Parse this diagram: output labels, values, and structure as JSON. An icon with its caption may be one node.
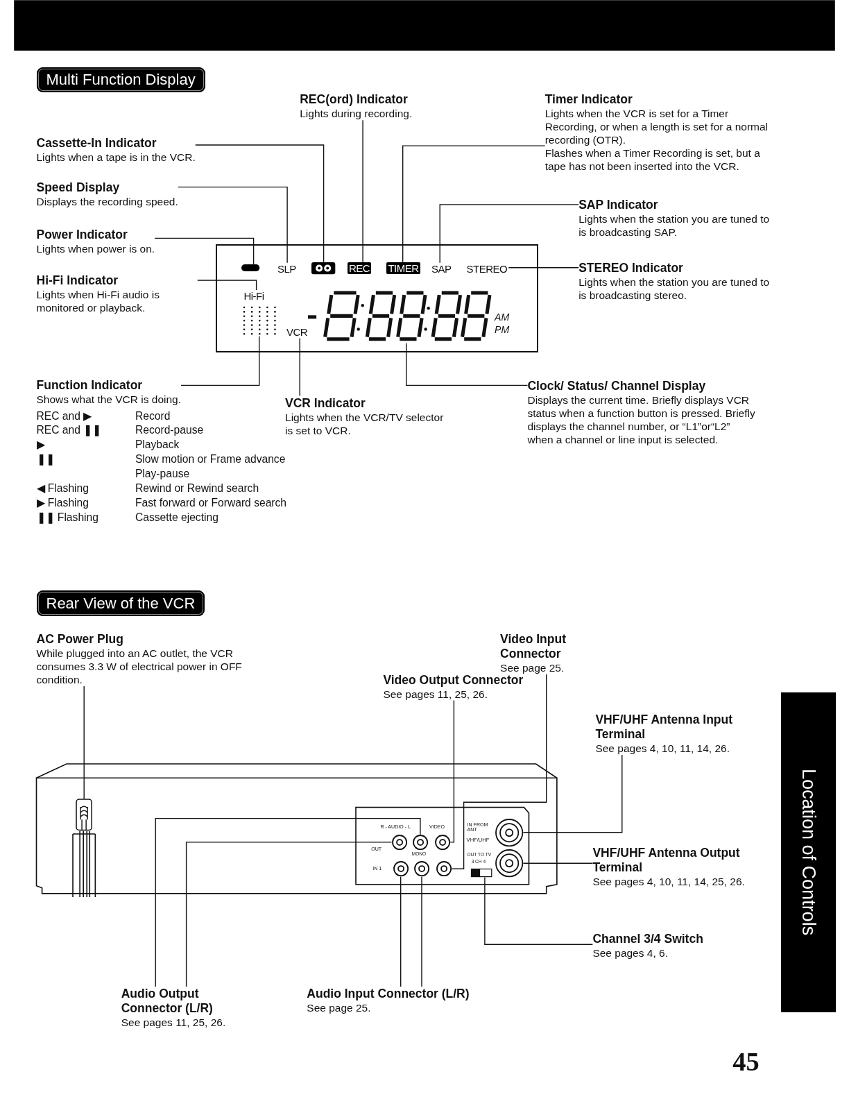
{
  "diagram": {
    "nodes": [
      {
        "text": [
          "Multi Function Display"
        ]
      },
      {
        "text": [
          "REC(ord) Indicator",
          "Lights during recording."
        ]
      },
      {
        "text": [
          "Timer Indicator",
          "Lights when the VCR is set for a Timer Recording, or when a length is set for a normal recording (OTR).",
          "Flashes when a Timer Recording is set, but a tape has not been inserted into the VCR."
        ]
      },
      {
        "text": [
          "Cassette-In Indicator",
          "Lights when a tape is in the VCR."
        ]
      },
      {
        "text": [
          "Speed Display",
          "Displays the recording speed."
        ]
      },
      {
        "text": [
          "SAP Indicator",
          "Lights when the station you are tuned to is broadcasting SAP."
        ]
      },
      {
        "text": [
          "Power Indicator",
          "Lights when power is on."
        ]
      },
      {
        "text": [],
        "shape": "box"
      },
      {
        "text": [],
        "shape": "oval",
        "in": 7
      },
      {
        "text": [
          "SLP"
        ],
        "in": 7
      },
      {
        "text": [],
        "shape": "cassette",
        "in": 7
      },
      {
        "text": [
          "REC"
        ],
        "in": 7
      },
      {
        "text": [
          "TIMER"
        ],
        "in": 7
      },
      {
        "text": [
          "SAP"
        ],
        "in": 7
      },
      {
        "text": [
          "STEREO"
        ],
        "in": 7
      },
      {
        "text": [
          "Hi-Fi"
        ],
        "in": 7
      },
      {
        "text": [],
        "shape": "grid",
        "in": 7
      },
      {
        "text": [
          "VCR"
        ],
        "in": 7
      },
      {
        "text": [],
        "shape": "digits",
        "in": 7,
        "beside": [
          "AM",
          "PM"
        ]
      },
      {
        "text": [
          "STEREO Indicator",
          "Lights when the station you are tuned to is broadcasting stereo."
        ]
      },
      {
        "text": [
          "Hi-Fi Indicator",
          "Lights when Hi-Fi audio is monitored or playback."
        ]
      },
      {
        "text": [
          "Function Indicator",
          "Shows what the VCR is doing."
        ]
      },
      {
        "text": [
          "VCR Indicator",
          "Lights when the VCR/TV selector is set to VCR."
        ]
      },
      {
        "text": [
          "Clock/ Status/ Channel Display",
          "Displays the current time. Briefly displays VCR status when a function button is pressed. Briefly displays the channel number, or “L1”or“L2” when a channel or line input is selected."
        ]
      },
      {
        "text": [
          "Rear View of the VCR"
        ]
      },
      {
        "text": [
          "AC Power Plug",
          "While plugged into an AC outlet, the VCR consumes 3.3 W of electrical power in OFF condition."
        ]
      },
      {
        "text": [
          "Video Input Connector",
          "See page 25."
        ]
      },
      {
        "text": [
          "Video Output Connector",
          "See pages 11, 25, 26."
        ]
      },
      {
        "text": [
          "VHF/UHF Antenna Input Terminal",
          "See pages 4, 10, 11, 14, 26."
        ]
      },
      {
        "text": [],
        "shape": "plug"
      },
      {
        "text": [],
        "shape": "circle"
      },
      {
        "text": [],
        "shape": "circle"
      },
      {
        "text": [],
        "shape": "circle"
      },
      {
        "text": [],
        "shape": "circle"
      },
      {
        "text": [],
        "shape": "circle"
      },
      {
        "text": [],
        "shape": "circle"
      },
      {
        "text": [],
        "shape": "circle"
      },
      {
        "text": [],
        "shape": "circle"
      },
      {
        "text": [],
        "shape": "switch"
      },
      {
        "text": [
          "VHF/UHF Antenna Output Terminal",
          "See pages 4, 10, 11, 14, 25, 26."
        ]
      },
      {
        "text": [
          "Channel 3/4 Switch",
          "See pages 4, 6."
        ]
      },
      {
        "text": [
          "Audio Output Connector (L/R)",
          "See pages 11, 25, 26."
        ]
      },
      {
        "text": [
          "Audio Input Connector (L/R)",
          "See page 25."
        ]
      },
      {
        "text": [
          "Location of Controls"
        ]
      }
    ],
    "edges": [
      {
        "from": 3,
        "to": 10,
        "arrow": "none"
      },
      {
        "from": 4,
        "to": 9,
        "arrow": "none"
      },
      {
        "from": 6,
        "to": 8,
        "arrow": "none"
      },
      {
        "from": 1,
        "to": 11,
        "arrow": "none"
      },
      {
        "from": 2,
        "to": 12,
        "arrow": "none"
      },
      {
        "from": 5,
        "to": 13,
        "arrow": "none"
      },
      {
        "from": 19,
        "to": 14,
        "arrow": "none"
      },
      {
        "from": 20,
        "to": 15,
        "arrow": "none"
      },
      {
        "from": 21,
        "to": 16,
        "arrow": "none"
      },
      {
        "from": 22,
        "to": 17,
        "arrow": "none"
      },
      {
        "from": 23,
        "to": 18,
        "arrow": "none"
      },
      {
        "from": 25,
        "to": 29,
        "arrow": "none"
      },
      {
        "from": 27,
        "to": 32,
        "arrow": "none"
      },
      {
        "from": 26,
        "to": 36,
        "arrow": "none"
      },
      {
        "from": 28,
        "to": 33,
        "arrow": "none"
      },
      {
        "from": 39,
        "to": 37,
        "arrow": "none"
      },
      {
        "from": 40,
        "to": 38,
        "arrow": "none"
      },
      {
        "from": 41,
        "to": 31,
        "arrow": "none"
      },
      {
        "from": 41,
        "to": 30,
        "arrow": "none"
      },
      {
        "from": 42,
        "to": 34,
        "arrow": "none"
      },
      {
        "from": 42,
        "to": 35,
        "arrow": "none"
      }
    ],
    "labels": [
      "REC and ▶",
      "Record",
      "REC and ❚❚",
      "Record-pause",
      "▶",
      "Playback",
      "❚❚",
      "Slow motion or Frame advance",
      "Play-pause",
      "◀ Flashing",
      "Rewind or Rewind search",
      "▶ Flashing",
      "Fast forward or Forward search",
      "❚❚ Flashing",
      "Cassette ejecting",
      "R - AUDIO - L",
      "VIDEO",
      "IN FROM ANT",
      "VHF/UHF",
      "OUT",
      "MONO",
      "IN 1",
      "OUT TO TV",
      "3 CH 4",
      "45"
    ]
  }
}
